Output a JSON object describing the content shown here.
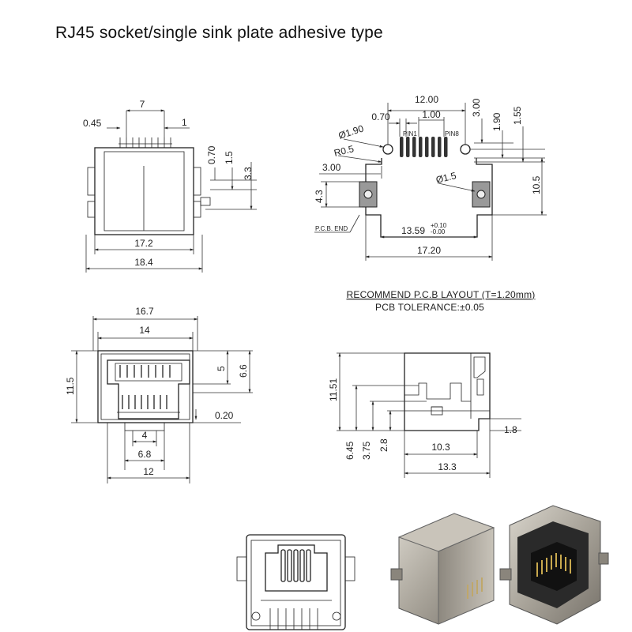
{
  "title": "RJ45 socket/single sink plate adhesive type",
  "top_view": {
    "d_7": "7",
    "d_045": "0.45",
    "d_1": "1",
    "d_070": "0.70",
    "d_15": "1.5",
    "d_33": "3.3",
    "d_172": "17.2",
    "d_184": "18.4"
  },
  "pcb_layout": {
    "d_1200": "12.00",
    "d_070": "0.70",
    "d_100": "1.00",
    "d_300v": "3.00",
    "d_190": "1.90",
    "d_155": "1.55",
    "d_dia190": "Ø1.90",
    "d_r05": "R0.5",
    "d_300": "3.00",
    "d_43": "4.3",
    "d_dia15": "Ø1.5",
    "d_105": "10.5",
    "d_1359": "13.59",
    "tol_up": "+0.10",
    "tol_dn": "-0.00",
    "d_1720": "17.20",
    "pin1": "PIN1",
    "pin8": "PIN8",
    "pcb_end": "P.C.B. END"
  },
  "notes": {
    "line1": "RECOMMEND P.C.B LAYOUT (T=1.20mm)",
    "line2": "PCB TOLERANCE:±0.05"
  },
  "front_view": {
    "d_167": "16.7",
    "d_14": "14",
    "d_115": "11.5",
    "d_5": "5",
    "d_66": "6.6",
    "d_020": "0.20",
    "d_4": "4",
    "d_68": "6.8",
    "d_12": "12"
  },
  "side_view": {
    "d_1151": "11.51",
    "d_645": "6.45",
    "d_375": "3.75",
    "d_28": "2.8",
    "d_103": "10.3",
    "d_133": "13.3",
    "d_18": "1.8"
  }
}
